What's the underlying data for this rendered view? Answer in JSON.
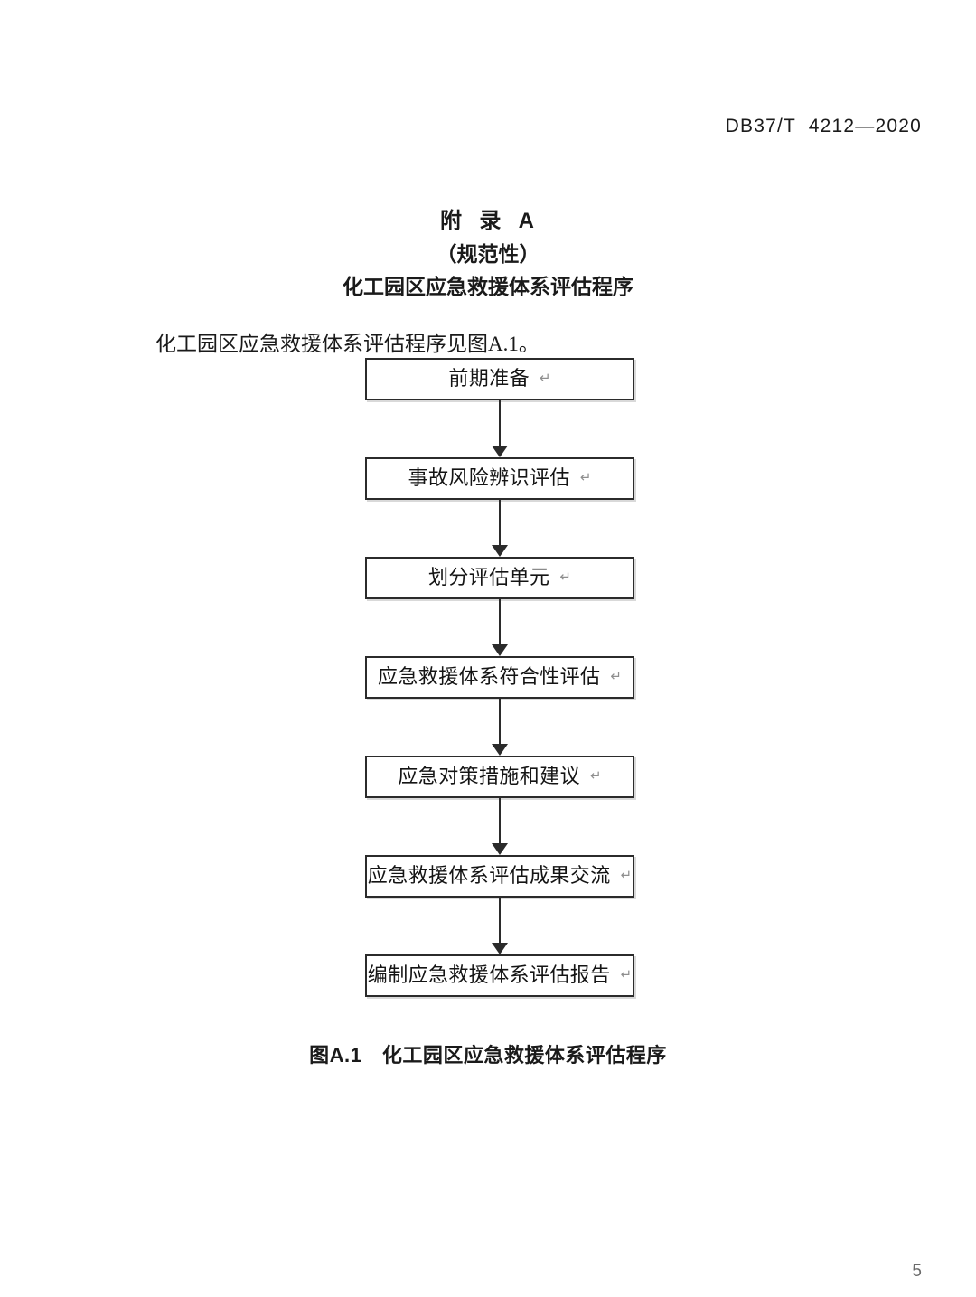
{
  "header": {
    "standard_number": "DB37/T  4212—2020"
  },
  "annex": {
    "label": "附  录  A",
    "kind": "（规范性）",
    "heading": "化工园区应急救援体系评估程序"
  },
  "intro": {
    "paragraph": "化工园区应急救援体系评估程序见图A.1。"
  },
  "flowchart": {
    "nodes": [
      {
        "label": "前期准备",
        "return_mark": "↵"
      },
      {
        "label": "事故风险辨识评估",
        "return_mark": "↵"
      },
      {
        "label": "划分评估单元",
        "return_mark": "↵"
      },
      {
        "label": "应急救援体系符合性评估",
        "return_mark": "↵"
      },
      {
        "label": "应急对策措施和建议",
        "return_mark": "↵"
      },
      {
        "label": "应急救援体系评估成果交流",
        "return_mark": "↵"
      },
      {
        "label": "编制应急救援体系评估报告",
        "return_mark": "↵"
      }
    ]
  },
  "figure": {
    "caption": "图A.1　化工园区应急救援体系评估程序"
  },
  "footer": {
    "page_number": "5"
  },
  "colors": {
    "text": "#1a1a1a",
    "box_border": "#2b2b2b",
    "return_mark": "#8f8f8f",
    "page_number": "#6a6a6a"
  }
}
